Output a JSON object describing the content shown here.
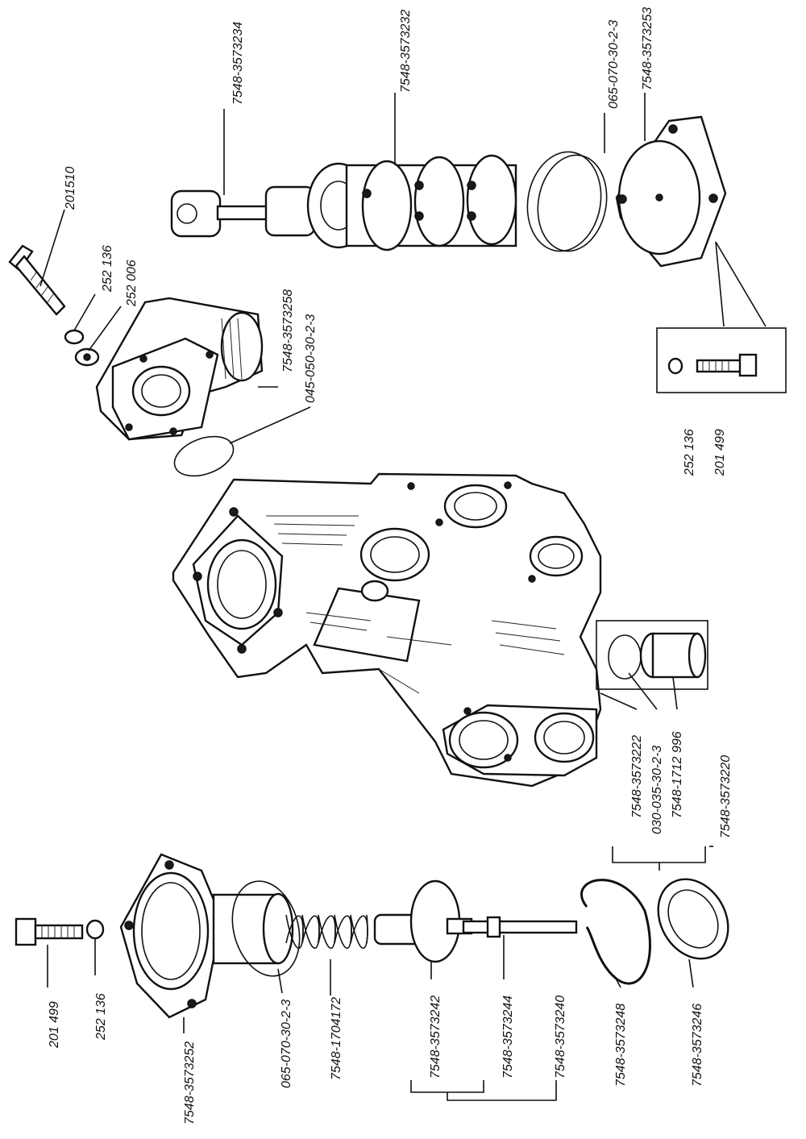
{
  "labels": {
    "p201510": "201510",
    "p252136_top": "252 136",
    "p252006": "252 006",
    "p7548_3573258": "7548-3573258",
    "p045_050": "045-050-30-2-3",
    "p7548_3573234": "7548-3573234",
    "p7548_3573232": "7548-3573232",
    "p065_070_top": "065-070-30-2-3",
    "p7548_3573253": "7548-3573253",
    "p252136_right": "252 136",
    "p201499_right": "201 499",
    "p7548_3573222": "7548-3573222",
    "p030_035": "030-035-30-2-3",
    "p7548_1712996": "7548-1712 996",
    "p7548_3573220": "7548-3573220",
    "p201499_left": "201 499",
    "p252136_left": "252 136",
    "p7548_3573252": "7548-3573252",
    "p065_070_bottom": "065-070-30-2-3",
    "p7548_1704172": "7548-1704172",
    "p7548_3573242": "7548-3573242",
    "p7548_3573244": "7548-3573244",
    "p7548_3573240": "7548-3573240",
    "p7548_3573248": "7548-3573248",
    "p7548_3573246": "7548-3573246"
  }
}
